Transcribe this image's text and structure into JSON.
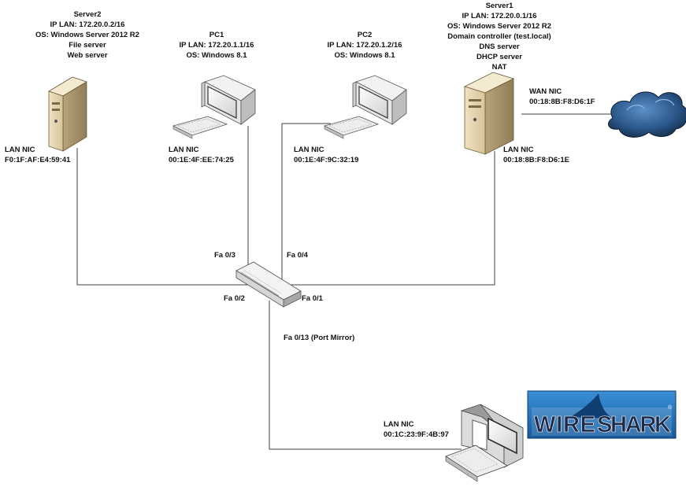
{
  "colors": {
    "line": "#404040",
    "cloud": "#2f5d8c",
    "wireshark_bg": "#1f6fb8",
    "wireshark_text": "#1b2a4a"
  },
  "devices": {
    "server2": {
      "name": "Server2",
      "ip": "IP LAN: 172.20.0.2/16",
      "os": "OS: Windows Server 2012 R2",
      "roles": [
        "File server",
        "Web server"
      ],
      "nic_label": "LAN NIC",
      "nic_mac": "F0:1F:AF:E4:59:41"
    },
    "pc1": {
      "name": "PC1",
      "ip": "IP LAN: 172.20.1.1/16",
      "os": "OS: Windows 8.1",
      "nic_label": "LAN NIC",
      "nic_mac": "00:1E:4F:EE:74:25"
    },
    "pc2": {
      "name": "PC2",
      "ip": "IP LAN: 172.20.1.2/16",
      "os": "OS: Windows 8.1",
      "nic_label": "LAN NIC",
      "nic_mac": "00:1E:4F:9C:32:19"
    },
    "server1": {
      "name": "Server1",
      "ip": "IP LAN: 172.20.0.1/16",
      "os": "OS: Windows Server 2012 R2",
      "roles": [
        "Domain controller (test.local)",
        "DNS server",
        "DHCP server",
        "NAT"
      ],
      "wan_nic_label": "WAN NIC",
      "wan_nic_mac": "00:18:8B:F8:D6:1F",
      "lan_nic_label": "LAN NIC",
      "lan_nic_mac": "00:18:8B:F8:D6:1E"
    },
    "laptop": {
      "nic_label": "LAN NIC",
      "nic_mac": "00:1C:23:9F:4B:97"
    }
  },
  "ports": {
    "fa03": "Fa 0/3",
    "fa04": "Fa 0/4",
    "fa02": "Fa 0/2",
    "fa01": "Fa 0/1",
    "fa013": "Fa 0/13 (Port Mirror)"
  },
  "wireshark": {
    "part1": "WIRE",
    "part2": "SHARK",
    "reg": "®",
    "icon": "wireshark-logo"
  },
  "icons": {
    "server": "server-tower-icon",
    "pc": "desktop-pc-icon",
    "switch": "network-switch-icon",
    "cloud": "internet-cloud-icon",
    "laptop": "laptop-icon"
  }
}
